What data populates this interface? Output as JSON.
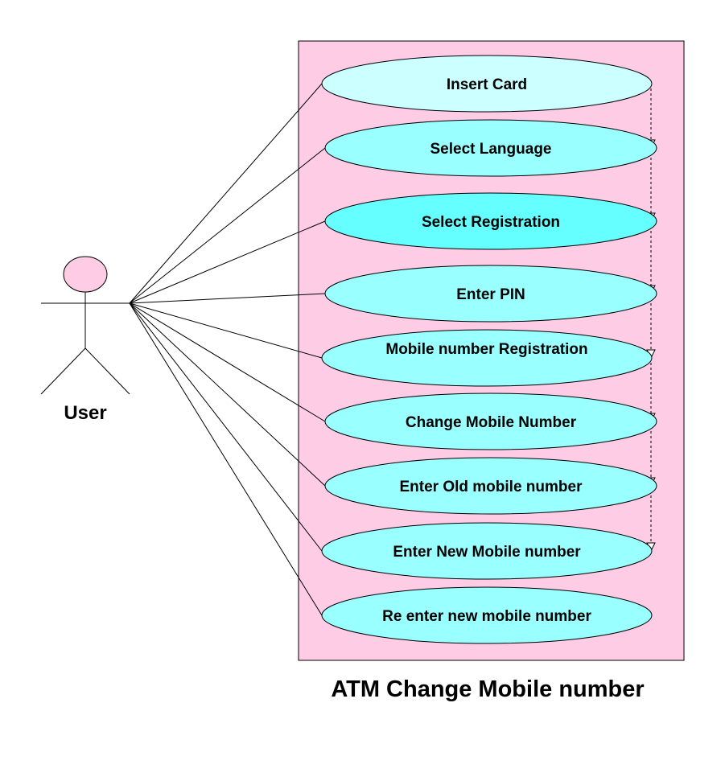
{
  "diagram": {
    "title": "ATM Change Mobile number",
    "actor": {
      "label": "User",
      "head_color": "#ffcce6"
    },
    "system_color": "#ffcce6",
    "use_cases": [
      {
        "label": "Insert Card",
        "fill": "#ccffff"
      },
      {
        "label": "Select Language",
        "fill": "#99ffff"
      },
      {
        "label": "Select Registration",
        "fill": "#66ffff"
      },
      {
        "label": "Enter PIN",
        "fill": "#99ffff"
      },
      {
        "label": "Mobile number Registration",
        "fill": "#99ffff"
      },
      {
        "label": "Change Mobile Number",
        "fill": "#99ffff"
      },
      {
        "label": "Enter Old mobile number",
        "fill": "#99ffff"
      },
      {
        "label": "Enter New Mobile number",
        "fill": "#99ffff"
      },
      {
        "label": "Re enter new mobile number",
        "fill": "#99ffff"
      }
    ]
  }
}
